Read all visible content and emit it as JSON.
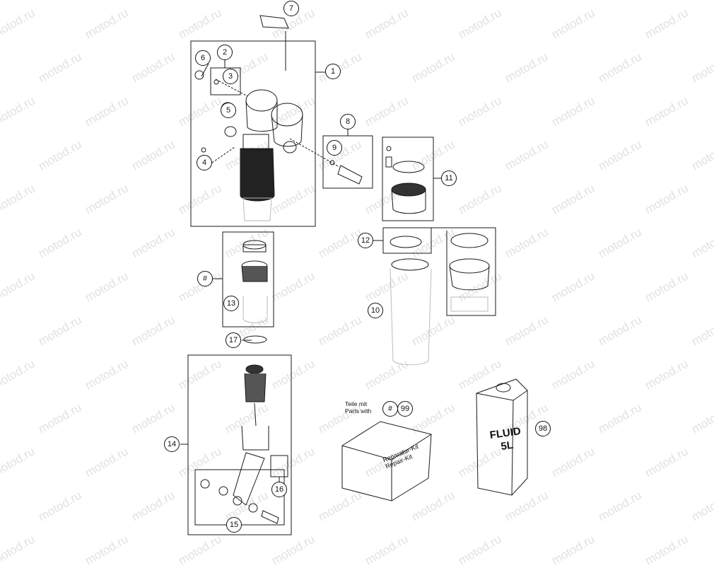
{
  "watermark": "motod.ru",
  "callouts": {
    "c1": "1",
    "c2": "2",
    "c3": "3",
    "c4": "4",
    "c5": "5",
    "c6": "6",
    "c7": "7",
    "c8": "8",
    "c9": "9",
    "c10": "10",
    "c11": "11",
    "c12": "12",
    "c13": "13",
    "c14": "14",
    "c15": "15",
    "c16": "16",
    "c17": "17",
    "c98": "98",
    "c99": "99",
    "hash1": "#",
    "hash2": "#"
  },
  "kit_label": {
    "line1": "Teile mit",
    "line2": "Parts with"
  },
  "repair_box": {
    "line1": "Reparatur-Kit",
    "line2": "Repair-Kit"
  },
  "fluid_can": {
    "line1": "FLUID",
    "line2": "5L"
  },
  "colors": {
    "line": "#1a1a1a",
    "watermark": "#c9c9c9",
    "background": "#ffffff"
  }
}
